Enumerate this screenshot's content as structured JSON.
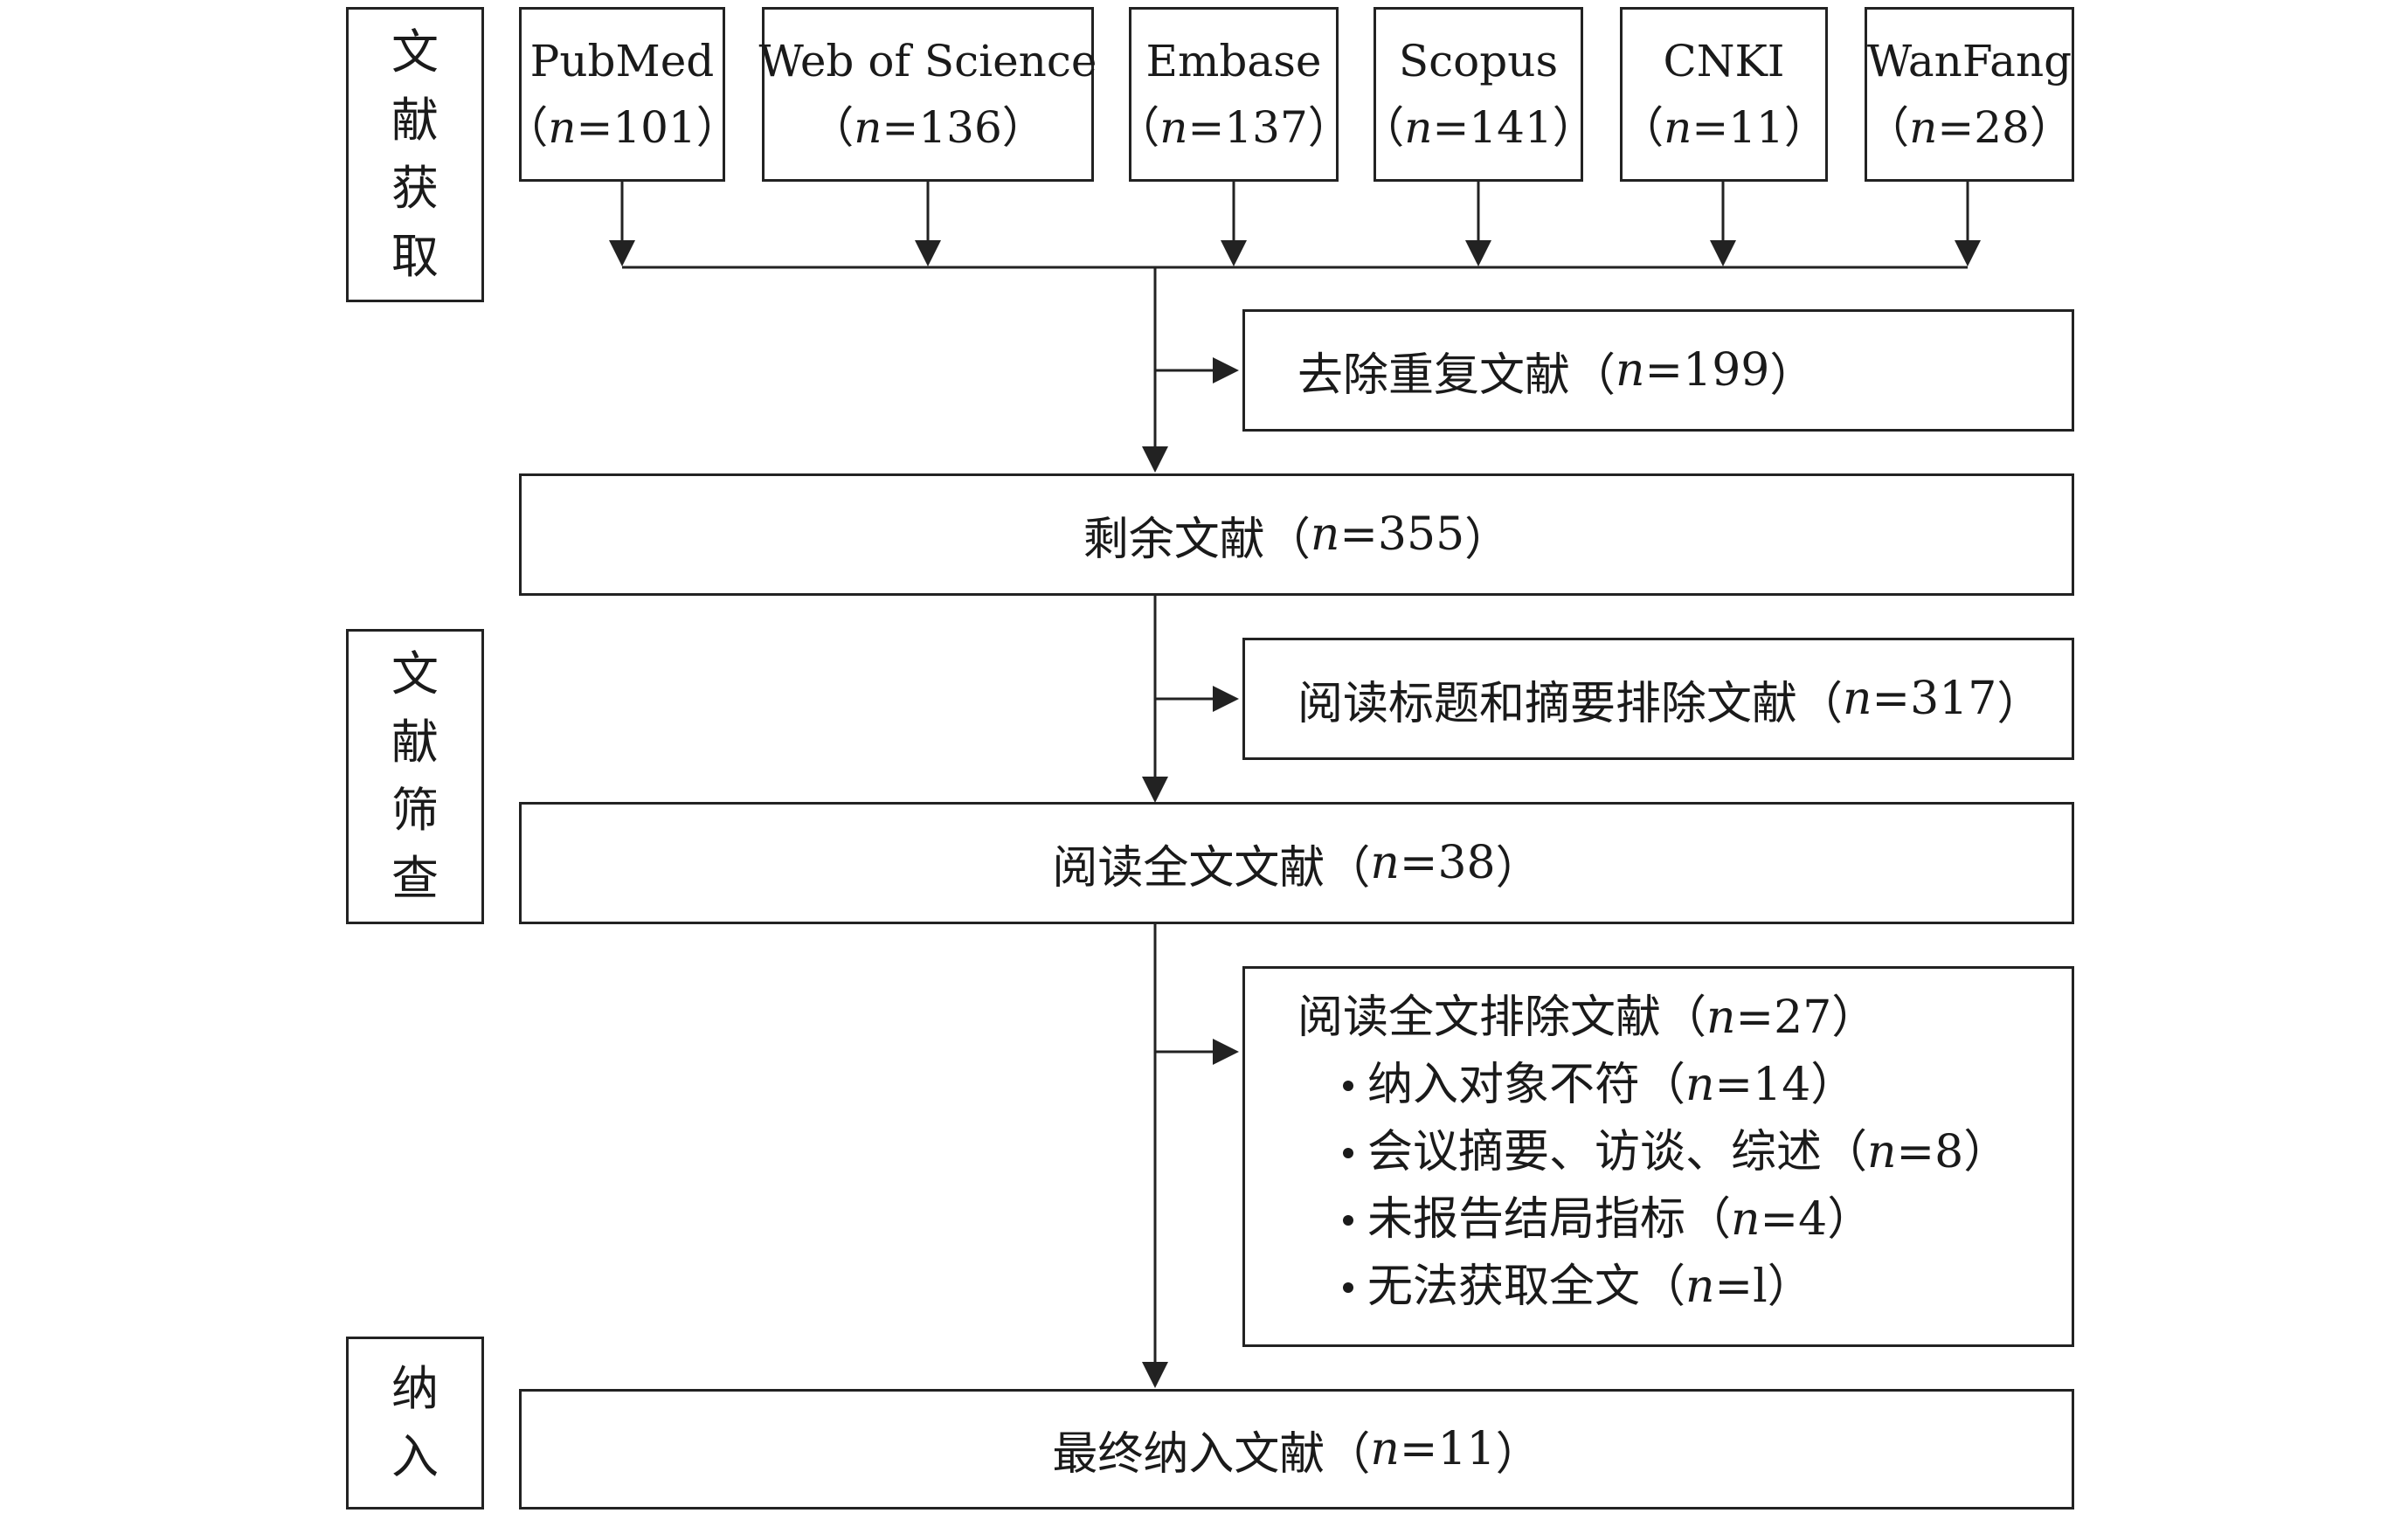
{
  "stages": {
    "identification": [
      "文",
      "献",
      "获",
      "取"
    ],
    "screening": [
      "文",
      "献",
      "筛",
      "查"
    ],
    "included": [
      "纳",
      "入"
    ]
  },
  "count_var": "n",
  "sources": [
    {
      "name": "PubMed",
      "n": "101"
    },
    {
      "name": "Web of Science",
      "n": "136"
    },
    {
      "name": "Embase",
      "n": "137"
    },
    {
      "name": "Scopus",
      "n": "141"
    },
    {
      "name": "CNKI",
      "n": "11"
    },
    {
      "name": "WanFang",
      "n": "28"
    }
  ],
  "duplicates": {
    "label": "去除重复文献",
    "n": "199"
  },
  "remaining": {
    "label": "剩余文献",
    "n": "355"
  },
  "title_abstract_excluded": {
    "label": "阅读标题和摘要排除文献",
    "n": "317"
  },
  "full_text": {
    "label": "阅读全文文献",
    "n": "38"
  },
  "full_text_excluded": {
    "label": "阅读全文排除文献",
    "n": "27",
    "reasons": [
      {
        "label": "纳入对象不符",
        "n": "14"
      },
      {
        "label": "会议摘要、访谈、综述",
        "n": "8"
      },
      {
        "label": "未报告结局指标",
        "n": "4"
      },
      {
        "label": "无法获取全文",
        "n": "l"
      }
    ]
  },
  "final": {
    "label": "最终纳入文献",
    "n": "11"
  }
}
